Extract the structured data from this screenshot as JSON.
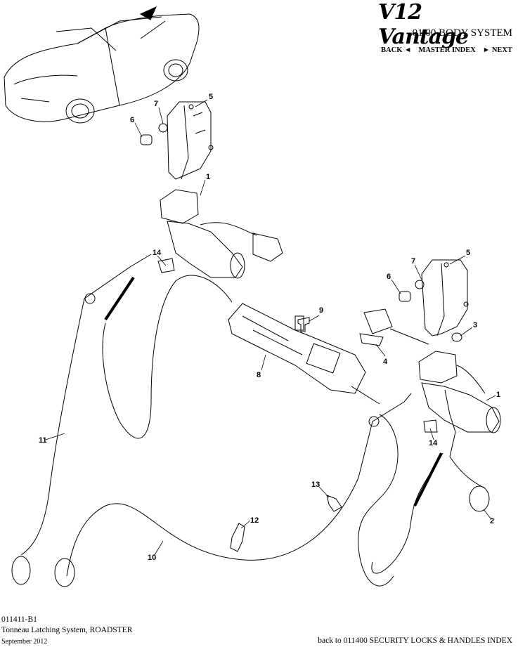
{
  "header": {
    "logo_text": "V12 Vantage",
    "section_title": "01.00 BODY SYSTEM",
    "nav": {
      "back": "BACK ◄",
      "master_index": "MASTER INDEX",
      "next": "► NEXT"
    }
  },
  "callouts": [
    "1",
    "5",
    "7",
    "6",
    "14",
    "1",
    "5",
    "7",
    "6",
    "3",
    "9",
    "4",
    "8",
    "11",
    "13",
    "12",
    "10",
    "2",
    "14"
  ],
  "footer": {
    "code": "011411-B1",
    "title": "Tonneau Latching System, ROADSTER",
    "date": "September 2012",
    "back_link": "back to 011400 SECURITY LOCKS & HANDLES INDEX"
  }
}
